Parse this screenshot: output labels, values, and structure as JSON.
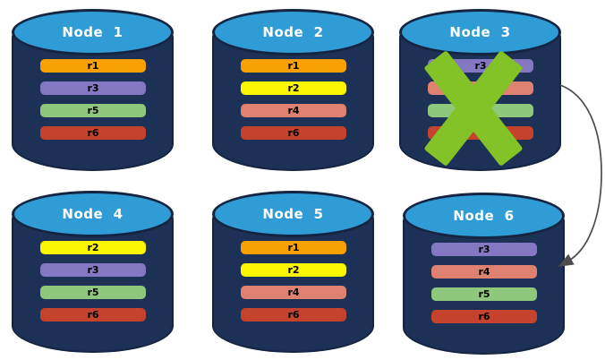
{
  "page": {
    "background": "#ffffff"
  },
  "colors": {
    "cylinder_body": "#1d3156",
    "cylinder_outline": "#152441",
    "cylinder_top": "#2f9cd6",
    "title_text": "#ffffff",
    "bar_text": "#000000",
    "x_mark": "#83c327",
    "arrow": "#4d4d4d"
  },
  "icons": {
    "failure": "x-mark",
    "failover": "curved-arrow"
  },
  "replica_colors": {
    "r1": "#f9a104",
    "r2": "#fdf503",
    "r3": "#8478c2",
    "r4": "#de8170",
    "r5": "#8fc87d",
    "r6": "#c5432d"
  },
  "nodes": [
    {
      "title": "Node  1",
      "failed": false,
      "replicas": [
        {
          "label": "r1",
          "color": "#f9a104"
        },
        {
          "label": "r3",
          "color": "#8478c2"
        },
        {
          "label": "r5",
          "color": "#8fc87d"
        },
        {
          "label": "r6",
          "color": "#c5432d"
        }
      ]
    },
    {
      "title": "Node  2",
      "failed": false,
      "replicas": [
        {
          "label": "r1",
          "color": "#f9a104"
        },
        {
          "label": "r2",
          "color": "#fdf503"
        },
        {
          "label": "r4",
          "color": "#de8170"
        },
        {
          "label": "r6",
          "color": "#c5432d"
        }
      ]
    },
    {
      "title": "Node  3",
      "failed": true,
      "replicas": [
        {
          "label": "r3",
          "color": "#8478c2"
        },
        {
          "label": "",
          "color": "#de8170"
        },
        {
          "label": "",
          "color": "#8fc87d"
        },
        {
          "label": "",
          "color": "#c5432d"
        }
      ]
    },
    {
      "title": "Node  4",
      "failed": false,
      "replicas": [
        {
          "label": "r2",
          "color": "#fdf503"
        },
        {
          "label": "r3",
          "color": "#8478c2"
        },
        {
          "label": "r5",
          "color": "#8fc87d"
        },
        {
          "label": "r6",
          "color": "#c5432d"
        }
      ]
    },
    {
      "title": "Node  5",
      "failed": false,
      "replicas": [
        {
          "label": "r1",
          "color": "#f9a104"
        },
        {
          "label": "r2",
          "color": "#fdf503"
        },
        {
          "label": "r4",
          "color": "#de8170"
        },
        {
          "label": "r6",
          "color": "#c5432d"
        }
      ]
    },
    {
      "title": "Node  6",
      "failed": false,
      "replicas": [
        {
          "label": "r3",
          "color": "#8478c2"
        },
        {
          "label": "r4",
          "color": "#de8170"
        },
        {
          "label": "r5",
          "color": "#8fc87d"
        },
        {
          "label": "r6",
          "color": "#c5432d"
        }
      ]
    }
  ],
  "failover_arrow": {
    "from": "Node 3",
    "to": "Node 6"
  }
}
